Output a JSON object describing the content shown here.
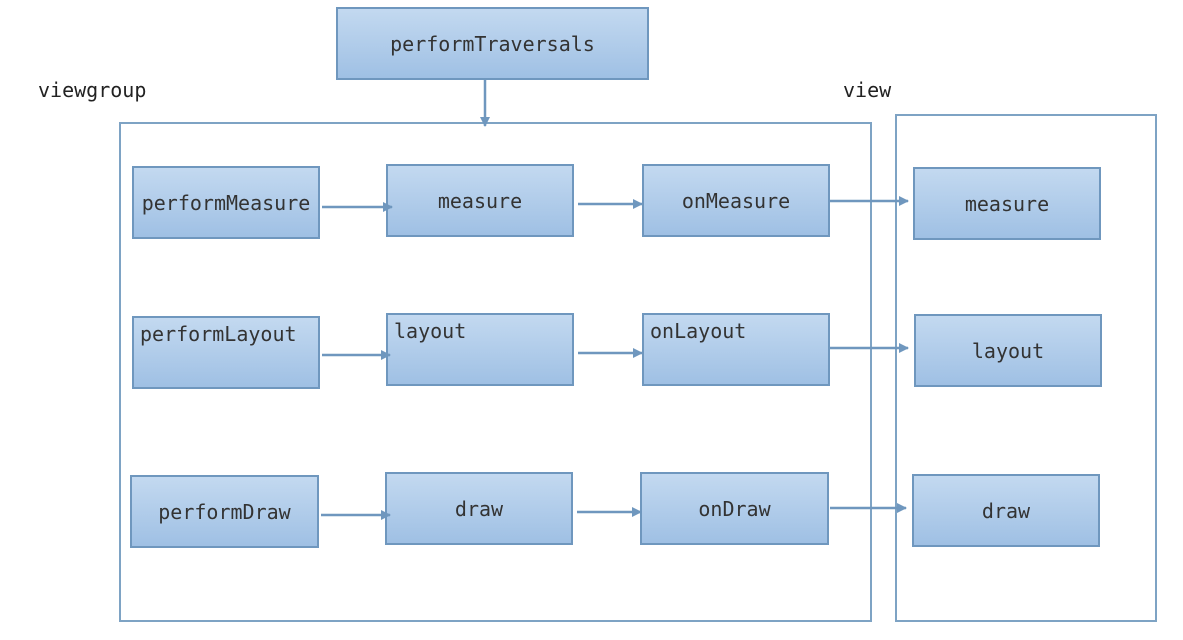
{
  "top": {
    "label": "performTraversals"
  },
  "groups": {
    "viewgroup": {
      "label": "viewgroup"
    },
    "view": {
      "label": "view"
    }
  },
  "viewgroup_rows": [
    {
      "perform": "performMeasure",
      "step": "measure",
      "on": "onMeasure"
    },
    {
      "perform": "performLayout",
      "step": "layout",
      "on": "onLayout"
    },
    {
      "perform": "performDraw",
      "step": "draw",
      "on": "onDraw"
    }
  ],
  "view_items": [
    "measure",
    "layout",
    "draw"
  ],
  "colors": {
    "box_border": "#6f97be",
    "box_fill_top": "#c3d9f0",
    "box_fill_bottom": "#9fc0e4",
    "arrow": "#6f97be",
    "container_border": "#7ea3c4"
  }
}
